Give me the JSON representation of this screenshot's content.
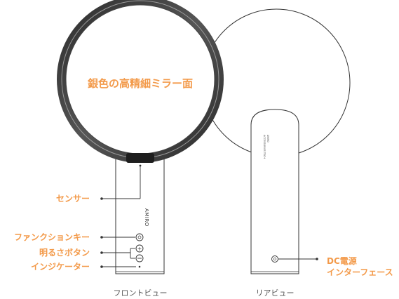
{
  "mirror_label": "銀色の高精細ミラー面",
  "front": {
    "caption": "フロントビュー",
    "brand": "AMIRO",
    "labels": {
      "sensor": "センサー",
      "function_key": "ファンクションキー",
      "brightness_button": "明るさボタン",
      "indicator": "インジケーター"
    }
  },
  "rear": {
    "caption": "リアビュー",
    "stand_text": [
      "AMIRO",
      "ACCESSORIES TECH"
    ],
    "labels": {
      "dc_power_line1": "DC電源",
      "dc_power_line2": "インターフェース"
    }
  },
  "colors": {
    "label_orange": "#f39a4a",
    "line": "#333333",
    "ring_dark": "#3a3a3a"
  }
}
